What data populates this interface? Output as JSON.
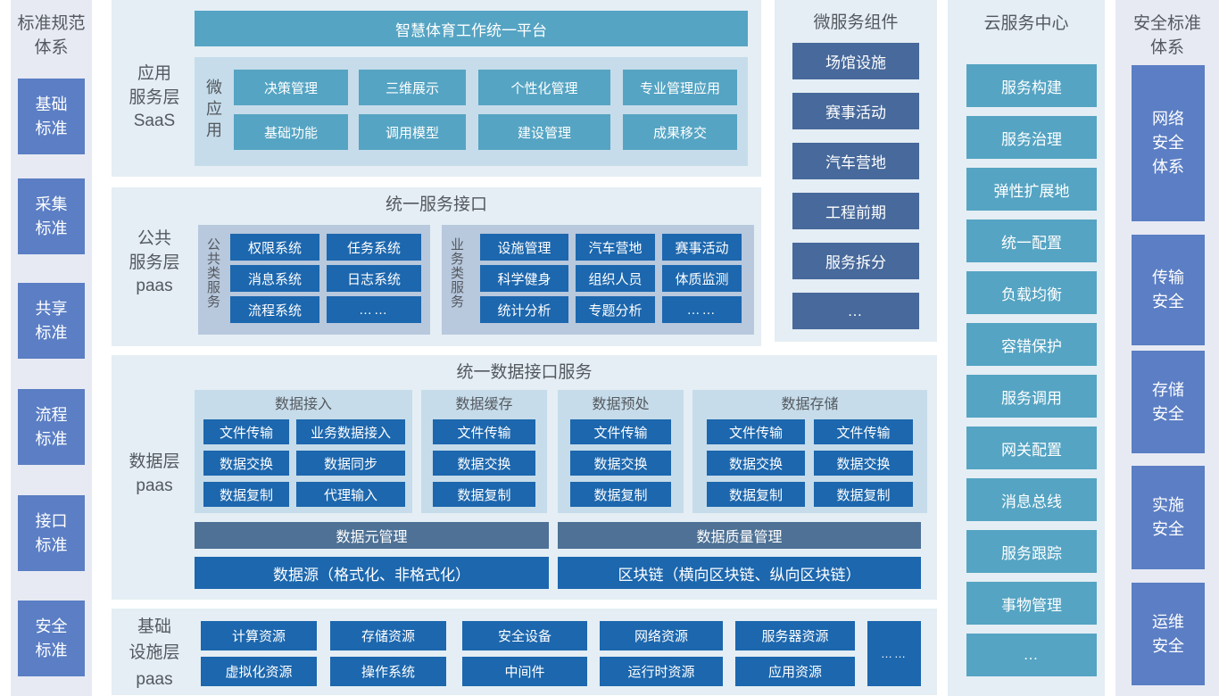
{
  "colors": {
    "page_bg": "#ffffff",
    "sidebar_bg": "#e7eaf3",
    "sidebar_block_blue": "#5b7ec4",
    "panel_bg": "#e4eef4",
    "subpanel_light_blue": "#c6dcea",
    "subpanel_steel_blue": "#b8c8dd",
    "teal": "#55a4c3",
    "dark_blue": "#1c67ae",
    "slate_blue": "#47699b",
    "mid_slate_blue": "#4e7195",
    "label_gray": "#54595f"
  },
  "left_sidebar": {
    "title": "标准规范\n体系",
    "items": [
      "基础\n标准",
      "采集\n标准",
      "共享\n标准",
      "流程\n标准",
      "接口\n标准",
      "安全\n标准"
    ]
  },
  "saas": {
    "layer_label": "应用\n服务层\nSaaS",
    "platform_title": "智慧体育工作统一平台",
    "group_label": "微应用",
    "apps": [
      "决策管理",
      "三维展示",
      "个性化管理",
      "专业管理应用",
      "基础功能",
      "调用模型",
      "建设管理",
      "成果移交"
    ]
  },
  "paas_service": {
    "layer_label": "公共\n服务层\npaas",
    "title": "统一服务接口",
    "public_group": {
      "label": "公共类服务",
      "items": [
        "权限系统",
        "任务系统",
        "消息系统",
        "日志系统",
        "流程系统",
        "……"
      ]
    },
    "business_group": {
      "label": "业务类服务",
      "items": [
        "设施管理",
        "汽车营地",
        "赛事活动",
        "科学健身",
        "组织人员",
        "体质监测",
        "统计分析",
        "专题分析",
        "……"
      ]
    }
  },
  "data_layer": {
    "layer_label": "数据层\npaas",
    "title": "统一数据接口服务",
    "groups": [
      {
        "title": "数据接入",
        "items": [
          "文件传输",
          "业务数据接入",
          "数据交换",
          "数据同步",
          "数据复制",
          "代理输入"
        ]
      },
      {
        "title": "数据缓存",
        "items": [
          "文件传输",
          "数据交换",
          "数据复制"
        ]
      },
      {
        "title": "数据预处",
        "items": [
          "文件传输",
          "数据交换",
          "数据复制"
        ]
      },
      {
        "title": "数据存储",
        "items": [
          "文件传输",
          "文件传输",
          "数据交换",
          "数据交换",
          "数据复制",
          "数据复制"
        ]
      }
    ],
    "bars": [
      "数据元管理",
      "数据质量管理"
    ],
    "base_bars": [
      "数据源（格式化、非格式化）",
      "区块链（横向区块链、纵向区块链）"
    ]
  },
  "infra": {
    "layer_label": "基础\n设施层\npaas",
    "row1": [
      "计算资源",
      "存储资源",
      "安全设备",
      "网络资源",
      "服务器资源"
    ],
    "row2": [
      "虚拟化资源",
      "操作系统",
      "中间件",
      "运行时资源",
      "应用资源"
    ],
    "more": "……"
  },
  "microservices": {
    "title": "微服务组件",
    "items": [
      "场馆设施",
      "赛事活动",
      "汽车营地",
      "工程前期",
      "服务拆分",
      "…"
    ]
  },
  "cloud": {
    "title": "云服务中心",
    "items": [
      "服务构建",
      "服务治理",
      "弹性扩展地",
      "统一配置",
      "负载均衡",
      "容错保护",
      "服务调用",
      "网关配置",
      "消息总线",
      "服务跟踪",
      "事物管理",
      "…"
    ]
  },
  "right_sidebar": {
    "title": "安全标准\n体系",
    "items": [
      "网络\n安全\n体系",
      "传输\n安全",
      "存储\n安全",
      "实施\n安全",
      "运维\n安全"
    ]
  }
}
